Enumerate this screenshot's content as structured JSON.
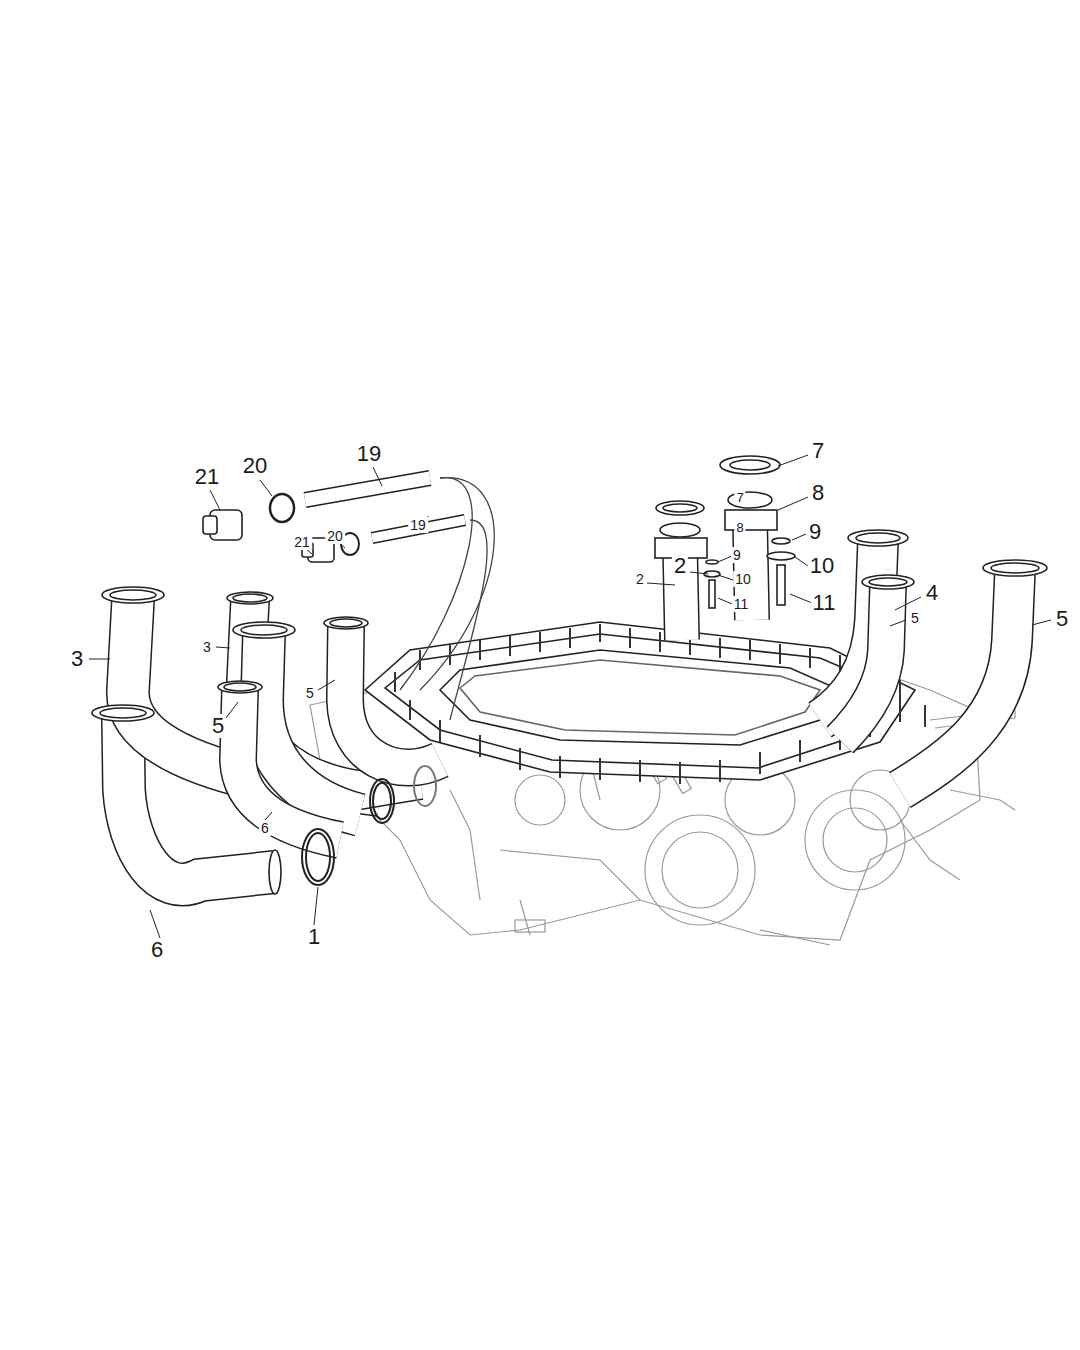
{
  "diagram": {
    "labels": [
      "21",
      "20",
      "19",
      "21",
      "20",
      "19",
      "7",
      "8",
      "7",
      "8",
      "9",
      "9",
      "2",
      "10",
      "2",
      "10",
      "11",
      "11",
      "4",
      "5",
      "5",
      "3",
      "3",
      "5",
      "5",
      "6",
      "6",
      "1"
    ]
  }
}
